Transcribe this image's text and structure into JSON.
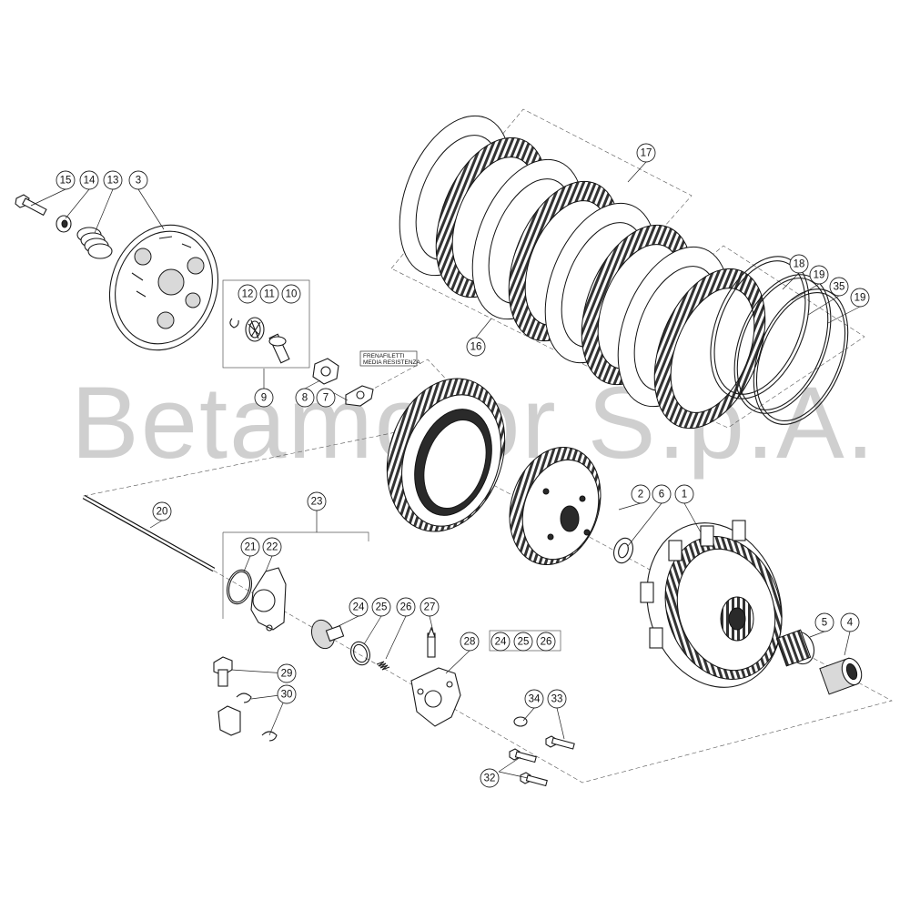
{
  "watermark": "Betamotor S.p.A.",
  "note": {
    "line1": "FRENAFILETTI",
    "line2": "MEDIA RESISTENZA"
  },
  "callouts": [
    {
      "label": "15"
    },
    {
      "label": "14"
    },
    {
      "label": "13"
    },
    {
      "label": "3"
    },
    {
      "label": "12"
    },
    {
      "label": "11"
    },
    {
      "label": "10"
    },
    {
      "label": "9"
    },
    {
      "label": "8"
    },
    {
      "label": "7"
    },
    {
      "label": "17"
    },
    {
      "label": "16"
    },
    {
      "label": "18"
    },
    {
      "label": "19"
    },
    {
      "label": "35"
    },
    {
      "label": "19"
    },
    {
      "label": "2"
    },
    {
      "label": "6"
    },
    {
      "label": "1"
    },
    {
      "label": "5"
    },
    {
      "label": "4"
    },
    {
      "label": "20"
    },
    {
      "label": "23"
    },
    {
      "label": "21"
    },
    {
      "label": "22"
    },
    {
      "label": "24"
    },
    {
      "label": "25"
    },
    {
      "label": "26"
    },
    {
      "label": "27"
    },
    {
      "label": "28"
    },
    {
      "label": "24"
    },
    {
      "label": "25"
    },
    {
      "label": "26"
    },
    {
      "label": "29"
    },
    {
      "label": "30"
    },
    {
      "label": "34"
    },
    {
      "label": "33"
    },
    {
      "label": "32"
    }
  ]
}
